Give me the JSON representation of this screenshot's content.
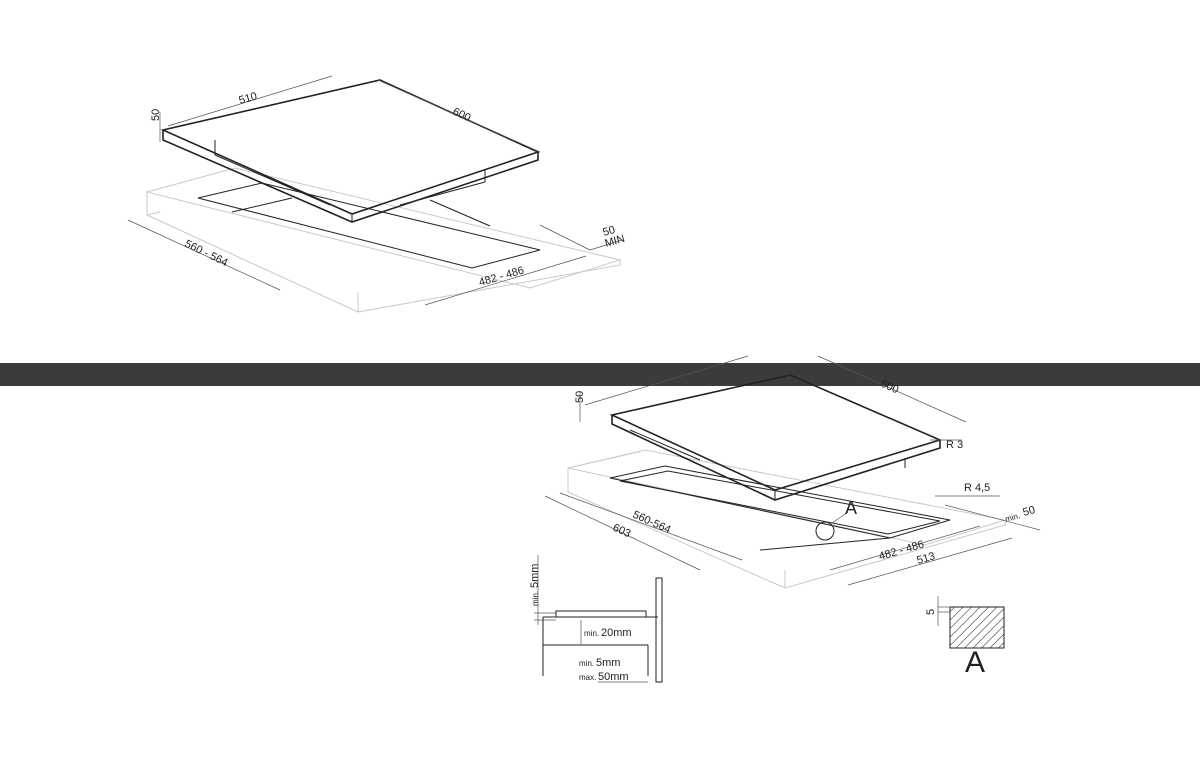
{
  "colors": {
    "band": "#3b3b3b",
    "line": "#222222",
    "ghost": "#c9c9c9",
    "background": "#ffffff"
  },
  "top_drawing": {
    "dim_510": "510",
    "dim_600": "600",
    "dim_50_height": "50",
    "dim_50_min_value": "50",
    "dim_50_min_label": "MIN",
    "dim_cutout_width": "560 - 564",
    "dim_cutout_depth": "482 - 486"
  },
  "bottom_drawing": {
    "dim_600": "600",
    "dim_50_height": "50",
    "radius_top": "R 3",
    "radius_cutout": "R 4,5",
    "detail_callout": "A",
    "dim_min_prefix": "min.",
    "dim_min_value": "50",
    "dim_cutout_width": "560-564",
    "dim_overall_width": "603",
    "dim_cutout_depth": "482 - 486",
    "dim_overall_depth": "513"
  },
  "section_detail": {
    "min_5mm_prefix": "min.",
    "min_5mm_value": "5mm",
    "min_20mm_prefix": "min.",
    "min_20mm_value": "20mm",
    "min_5mm_b_prefix": "min.",
    "min_5mm_b_value": "5mm",
    "max_50mm_prefix": "max.",
    "max_50mm_value": "50mm"
  },
  "detail_a": {
    "dim_5": "5",
    "label": "A"
  }
}
